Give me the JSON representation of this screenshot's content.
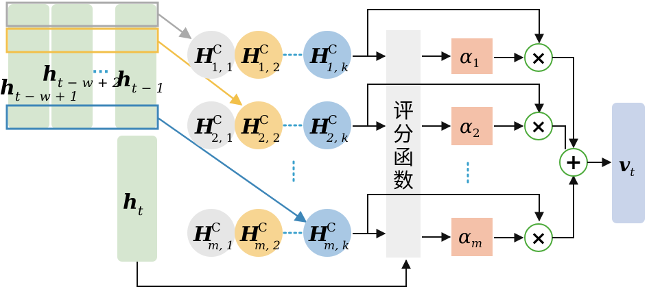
{
  "colors": {
    "green_fill": "#d6e6d0",
    "gray_fill": "#e6e6e6",
    "yellow_fill": "#f7d592",
    "blue_fill": "#a9c8e4",
    "salmon_fill": "#f4c1a9",
    "score_fill": "#eeeeee",
    "out_fill": "#c9d4ea",
    "gray_arrow": "#aaaaaa",
    "yellow_arrow": "#f2c04a",
    "blue_arrow": "#3d86b8",
    "node_stroke": "#4caa3a",
    "dots": "#3aa0cc"
  },
  "inputs": {
    "h_base": "h",
    "h1_sub": "t − w + 1",
    "h2_sub": "t − w + 2",
    "h3_sub": "t − 1",
    "ht_sub": "t",
    "dots": "···"
  },
  "rows": [
    {
      "cells": [
        {
          "base": "H",
          "sup": "C",
          "sub": "1, 1"
        },
        {
          "base": "H",
          "sup": "C",
          "sub": "1, 2"
        },
        {
          "base": "H",
          "sup": "C",
          "sub": "1, k"
        }
      ],
      "alpha_base": "α",
      "alpha_sub": "1",
      "mult": "×"
    },
    {
      "cells": [
        {
          "base": "H",
          "sup": "C",
          "sub": "2, 1"
        },
        {
          "base": "H",
          "sup": "C",
          "sub": "2, 2"
        },
        {
          "base": "H",
          "sup": "C",
          "sub": "2, k"
        }
      ],
      "alpha_base": "α",
      "alpha_sub": "2",
      "mult": "×"
    },
    {
      "cells": [
        {
          "base": "H",
          "sup": "C",
          "sub": "m, 1"
        },
        {
          "base": "H",
          "sup": "C",
          "sub": "m, 2"
        },
        {
          "base": "H",
          "sup": "C",
          "sub": "m, k"
        }
      ],
      "alpha_base": "α",
      "alpha_sub": "m",
      "mult": "×"
    }
  ],
  "score_function": {
    "chars": [
      "评",
      "分",
      "函",
      "数"
    ]
  },
  "sum": {
    "symbol": "+"
  },
  "output": {
    "base": "v",
    "sub": "t"
  }
}
